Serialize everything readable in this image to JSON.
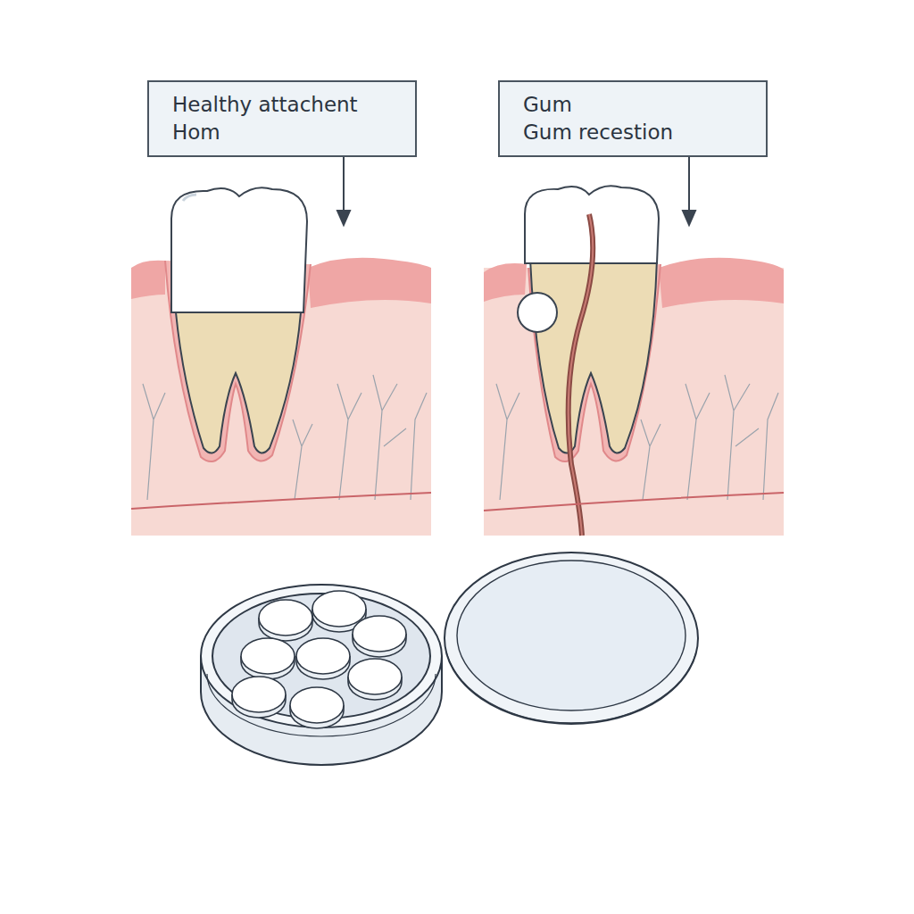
{
  "diagram": {
    "nodes": [
      {
        "text": [
          "Healthy attachent",
          "Hom"
        ]
      },
      {
        "text": [
          "Gum",
          "Gum recestion"
        ]
      }
    ]
  }
}
